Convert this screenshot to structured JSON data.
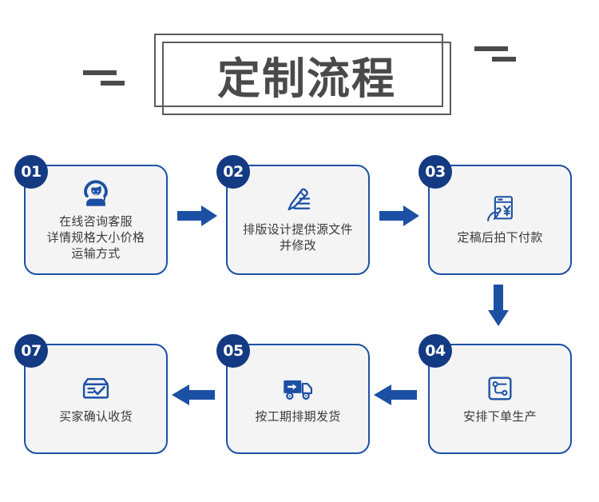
{
  "header": {
    "title": "定制流程",
    "decor_left": "dash-pair-decoration",
    "decor_right": "dash-pair-decoration",
    "frame_color": "#5b5b5b",
    "title_color": "#4a4a4a"
  },
  "theme": {
    "badge_navy": "#133a82",
    "card_border_blue": "#1c50a5",
    "card_bg": "#f4f4f4",
    "arrow_blue": "#1c50a5",
    "icon_blue": "#1c50a5",
    "label_gray": "#3a3a3a"
  },
  "flow": {
    "steps": [
      {
        "number": "01",
        "label": "在线咨询客服\n详情规格大小价格\n运输方式",
        "icon": "headset-support-icon"
      },
      {
        "number": "02",
        "label": "排版设计提供源文件\n并修改",
        "icon": "pencil-edit-icon"
      },
      {
        "number": "03",
        "label": "定稿后拍下付款",
        "icon": "payment-yuan-icon"
      },
      {
        "number": "04",
        "label": "安排下单生产",
        "icon": "production-workflow-icon"
      },
      {
        "number": "05",
        "label": "按工期排期发货",
        "icon": "delivery-truck-icon"
      },
      {
        "number": "07",
        "label": "买家确认收货",
        "icon": "package-check-icon"
      }
    ],
    "connectors": [
      {
        "name": "arrow-step1-to-step2",
        "direction": "right"
      },
      {
        "name": "arrow-step2-to-step3",
        "direction": "right"
      },
      {
        "name": "arrow-step3-to-step4",
        "direction": "down"
      },
      {
        "name": "arrow-step4-to-step5",
        "direction": "left"
      },
      {
        "name": "arrow-step5-to-step7",
        "direction": "left"
      }
    ]
  }
}
